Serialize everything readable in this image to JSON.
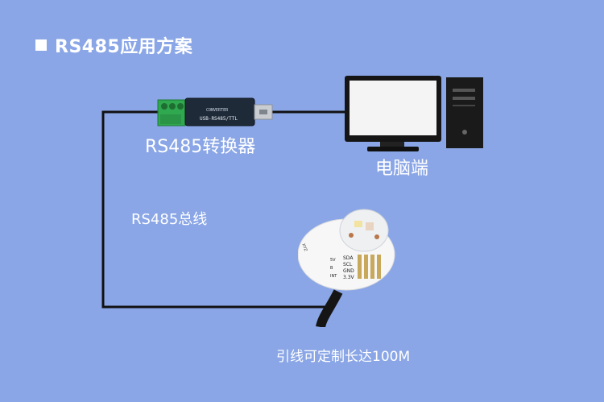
{
  "title": "RS485应用方案",
  "labels": {
    "converter": "RS485转换器",
    "computer": "电脑端",
    "bus": "RS485总线",
    "cable": "引线可定制长达100M"
  },
  "converter_print": {
    "model": "USB-RS485/TTL",
    "subtitle": "CONVERTER"
  },
  "sensor_pins": [
    "SDA",
    "SCL",
    "GND",
    "3.3V"
  ],
  "sensor_pins_left": [
    "5V",
    "B",
    "INT"
  ],
  "colors": {
    "background": "#8aa6e6",
    "text": "#ffffff",
    "wire": "#111111",
    "terminal": "#2fa84f"
  }
}
